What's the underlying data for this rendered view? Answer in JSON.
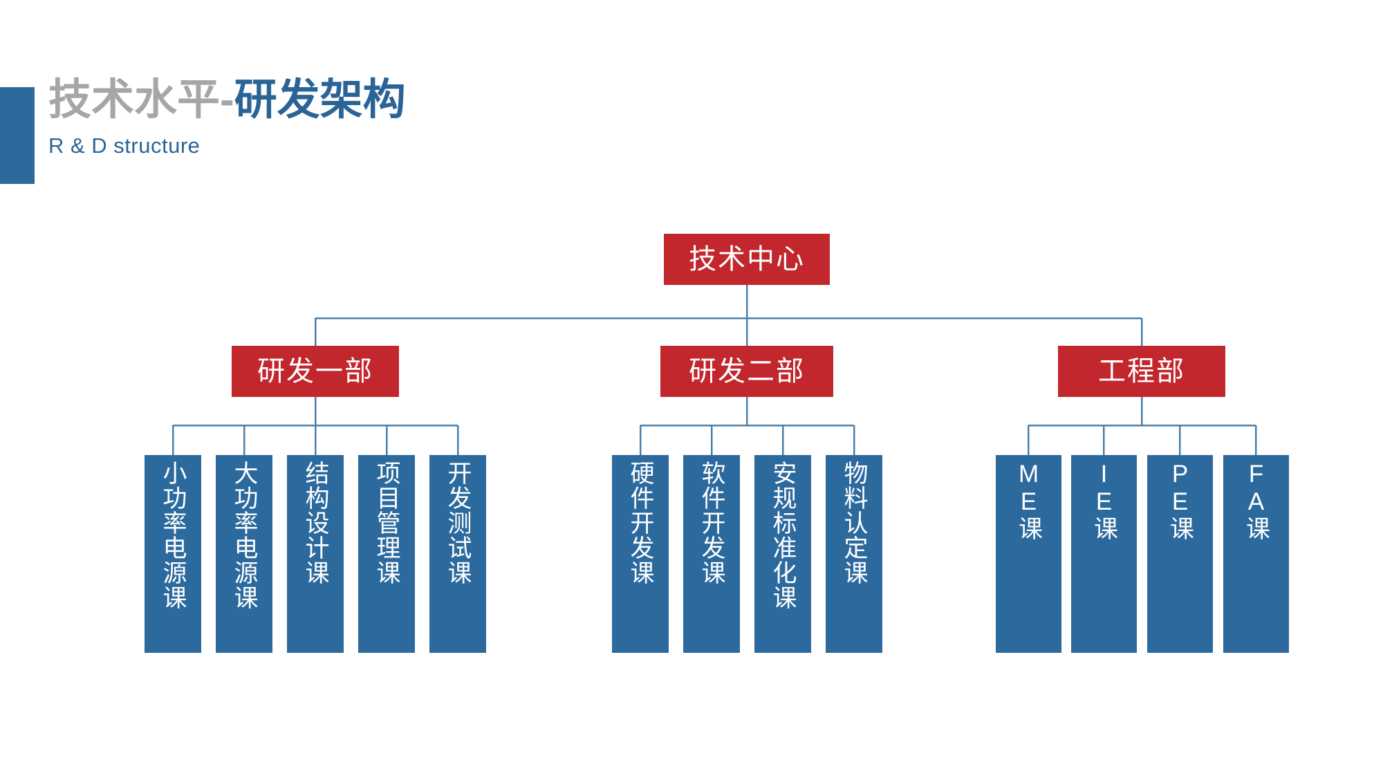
{
  "header": {
    "title_gray": "技术水平-",
    "title_blue": "研发架构",
    "subtitle": "R & D structure"
  },
  "colors": {
    "red": "#C1272D",
    "blue": "#2C6A9E",
    "title_gray": "#A6A6A6",
    "title_blue": "#2A6496",
    "connector": "#4A7FA8",
    "background": "#FFFFFF"
  },
  "chart_data": {
    "type": "diagram",
    "diagram_kind": "org-chart",
    "orientation": "top-down",
    "title": "技术水平-研发架构",
    "subtitle": "R & D structure",
    "root": {
      "label": "技术中心",
      "level": 0,
      "style": "red"
    },
    "departments": [
      {
        "label": "研发一部",
        "level": 1,
        "style": "red",
        "children": [
          {
            "label": "小功率电源课",
            "level": 2,
            "style": "blue",
            "script": "cjk"
          },
          {
            "label": "大功率电源课",
            "level": 2,
            "style": "blue",
            "script": "cjk"
          },
          {
            "label": "结构设计课",
            "level": 2,
            "style": "blue",
            "script": "cjk"
          },
          {
            "label": "项目管理课",
            "level": 2,
            "style": "blue",
            "script": "cjk"
          },
          {
            "label": "开发测试课",
            "level": 2,
            "style": "blue",
            "script": "cjk"
          }
        ]
      },
      {
        "label": "研发二部",
        "level": 1,
        "style": "red",
        "children": [
          {
            "label": "硬件开发课",
            "level": 2,
            "style": "blue",
            "script": "cjk"
          },
          {
            "label": "软件开发课",
            "level": 2,
            "style": "blue",
            "script": "cjk"
          },
          {
            "label": "安规标准化课",
            "level": 2,
            "style": "blue",
            "script": "cjk"
          },
          {
            "label": "物料认定课",
            "level": 2,
            "style": "blue",
            "script": "cjk"
          }
        ]
      },
      {
        "label": "工程部",
        "level": 1,
        "style": "red",
        "children": [
          {
            "label": "ME课",
            "level": 2,
            "style": "blue",
            "script": "mixed"
          },
          {
            "label": "IE课",
            "level": 2,
            "style": "blue",
            "script": "mixed"
          },
          {
            "label": "PE课",
            "level": 2,
            "style": "blue",
            "script": "mixed"
          },
          {
            "label": "FA课",
            "level": 2,
            "style": "blue",
            "script": "mixed"
          }
        ]
      }
    ],
    "counts": {
      "levels": 3,
      "departments": 3,
      "sections": 13
    }
  }
}
